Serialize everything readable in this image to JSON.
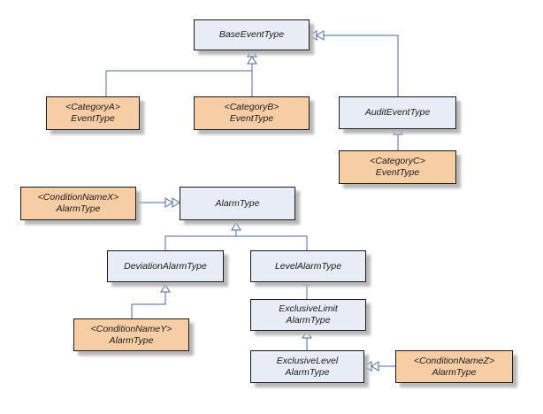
{
  "nodes": {
    "base_event_type": "BaseEventType",
    "category_a_event_type": "<CategoryA>\nEventType",
    "category_b_event_type": "<CategoryB>\nEventType",
    "audit_event_type": "AuditEventType",
    "category_c_event_type": "<CategoryC>\nEventType",
    "condition_name_x_alarm_type": "<ConditionNameX>\nAlarmType",
    "alarm_type": "AlarmType",
    "deviation_alarm_type": "DeviationAlarmType",
    "level_alarm_type": "LevelAlarmType",
    "condition_name_y_alarm_type": "<ConditionNameY>\nAlarmType",
    "exclusive_limit_alarm_type": "ExclusiveLimit\nAlarmType",
    "exclusive_level_alarm_type": "ExclusiveLevel\nAlarmType",
    "condition_name_z_alarm_type": "<ConditionNameZ>\nAlarmType"
  },
  "colors": {
    "standard_fill": "#e7ecf6",
    "category_fill": "#f7cda5",
    "connector": "#4a6aa5",
    "border": "#1a1a1a"
  }
}
